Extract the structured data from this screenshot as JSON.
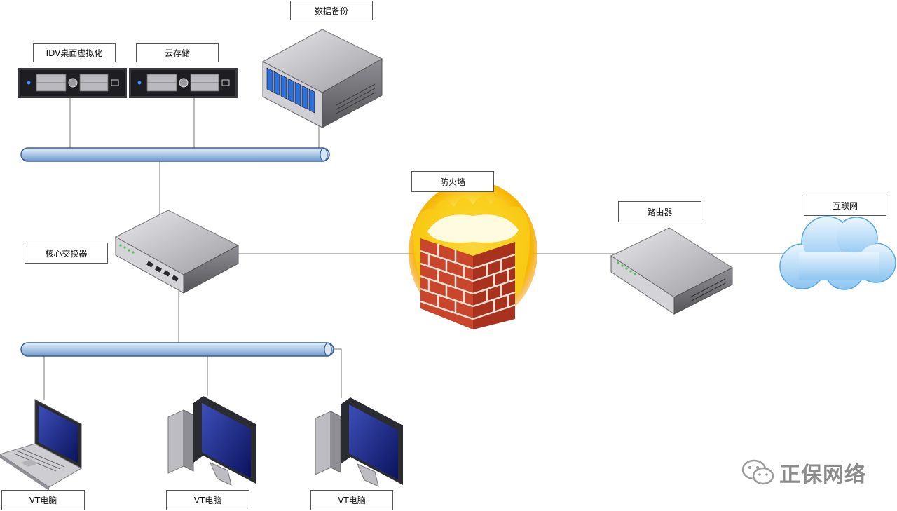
{
  "labels": {
    "idv": "IDV桌面虚拟化",
    "cloud_storage": "云存储",
    "backup": "数据备份",
    "core_switch": "核心交换器",
    "firewall": "防火墙",
    "router": "路由器",
    "internet": "互联网",
    "pc1": "VT电脑",
    "pc2": "VT电脑",
    "pc3": "VT电脑"
  },
  "watermark": {
    "text": "正保网络"
  },
  "icons": {
    "idv_server": "rack-server-icon",
    "storage_server": "rack-server-icon",
    "backup_server": "storage-array-icon",
    "core_switch": "network-switch-icon",
    "firewall": "firewall-icon",
    "router": "router-icon",
    "internet": "cloud-icon",
    "laptop": "laptop-icon",
    "desktop": "desktop-computer-icon",
    "watermark_logo": "wechat-icon"
  },
  "colors": {
    "bus_fill": "#b9d4ee",
    "bus_stroke": "#3c5f8e",
    "cloud": "#bfe0fb",
    "flame": "#f7b500",
    "brick": "#b63a24"
  }
}
